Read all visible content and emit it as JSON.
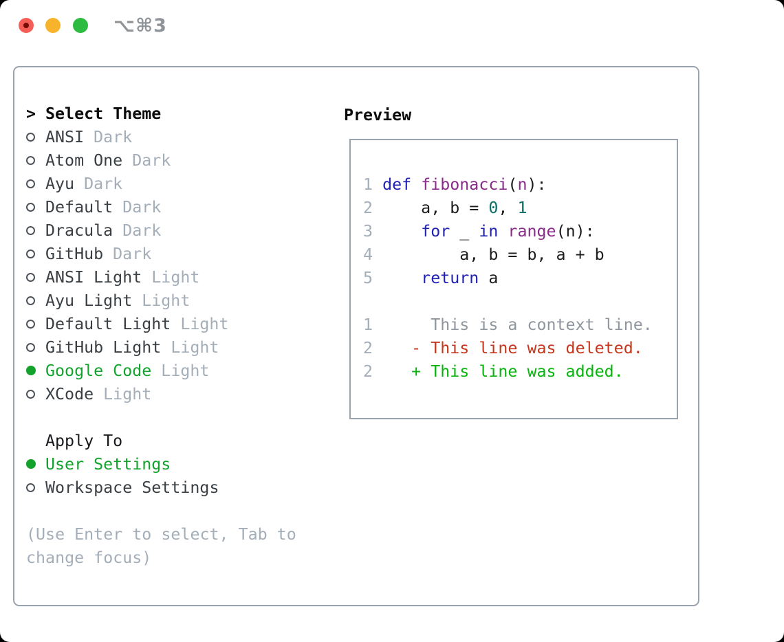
{
  "window": {
    "title": "⌥⌘3"
  },
  "theme_panel": {
    "cursor": ">",
    "header": "Select Theme",
    "items": [
      {
        "name": "ANSI",
        "variant": "Dark",
        "selected": false
      },
      {
        "name": "Atom One",
        "variant": "Dark",
        "selected": false
      },
      {
        "name": "Ayu",
        "variant": "Dark",
        "selected": false
      },
      {
        "name": "Default",
        "variant": "Dark",
        "selected": false
      },
      {
        "name": "Dracula",
        "variant": "Dark",
        "selected": false
      },
      {
        "name": "GitHub",
        "variant": "Dark",
        "selected": false
      },
      {
        "name": "ANSI Light",
        "variant": "Light",
        "selected": false
      },
      {
        "name": "Ayu Light",
        "variant": "Light",
        "selected": false
      },
      {
        "name": "Default Light",
        "variant": "Light",
        "selected": false
      },
      {
        "name": "GitHub Light",
        "variant": "Light",
        "selected": false
      },
      {
        "name": "Google Code",
        "variant": "Light",
        "selected": true
      },
      {
        "name": "XCode",
        "variant": "Light",
        "selected": false
      }
    ]
  },
  "apply_to": {
    "header": "Apply To",
    "options": [
      {
        "label": "User Settings",
        "selected": true
      },
      {
        "label": "Workspace Settings",
        "selected": false
      }
    ]
  },
  "help": {
    "line1": "(Use Enter to select, Tab to",
    "line2": "change focus)"
  },
  "preview": {
    "header": "Preview",
    "lines": [
      {
        "num": "1",
        "tokens": [
          {
            "t": "def",
            "c": "kw"
          },
          {
            "t": " ",
            "c": "pl"
          },
          {
            "t": "fibonacci",
            "c": "fn"
          },
          {
            "t": "(",
            "c": "pl"
          },
          {
            "t": "n",
            "c": "fn"
          },
          {
            "t": "):",
            "c": "pl"
          }
        ]
      },
      {
        "num": "2",
        "tokens": [
          {
            "t": "    a, b = ",
            "c": "pl"
          },
          {
            "t": "0",
            "c": "lit"
          },
          {
            "t": ", ",
            "c": "pl"
          },
          {
            "t": "1",
            "c": "lit"
          }
        ]
      },
      {
        "num": "3",
        "tokens": [
          {
            "t": "    ",
            "c": "pl"
          },
          {
            "t": "for",
            "c": "kw"
          },
          {
            "t": " _ ",
            "c": "pl"
          },
          {
            "t": "in",
            "c": "kw"
          },
          {
            "t": " ",
            "c": "pl"
          },
          {
            "t": "range",
            "c": "fn"
          },
          {
            "t": "(n):",
            "c": "pl"
          }
        ]
      },
      {
        "num": "4",
        "tokens": [
          {
            "t": "        a, b = b, a + b",
            "c": "pl"
          }
        ]
      },
      {
        "num": "5",
        "tokens": [
          {
            "t": "    ",
            "c": "pl"
          },
          {
            "t": "return",
            "c": "kw"
          },
          {
            "t": " a",
            "c": "pl"
          }
        ]
      },
      {
        "num": "",
        "tokens": []
      },
      {
        "num": "1",
        "tokens": [
          {
            "t": "     This is a context line.",
            "c": "ctx"
          }
        ]
      },
      {
        "num": "2",
        "tokens": [
          {
            "t": "   - This line was deleted.",
            "c": "del"
          }
        ]
      },
      {
        "num": "2",
        "tokens": [
          {
            "t": "   + This line was added.",
            "c": "add"
          }
        ]
      }
    ]
  },
  "colors": {
    "border": "#9aa3ac",
    "heading": "#0c0c0c",
    "text": "#3a3f44",
    "muted": "#a4aeb9",
    "green": "#13a32c",
    "ring": "#4e545a",
    "kw": "#2121b6",
    "fn": "#8a2b8a",
    "lit": "#0b6e66",
    "code": "#1c1c1c",
    "ln": "#a4aeb9",
    "ctx": "#8f969d",
    "del": "#c5371c",
    "add": "#07b40c",
    "tl-red": "#f65f57",
    "tl-red-dot": "#750d05",
    "tl-yellow": "#f7b32b",
    "tl-green": "#2dbb41",
    "title-gray": "#8f9499"
  }
}
